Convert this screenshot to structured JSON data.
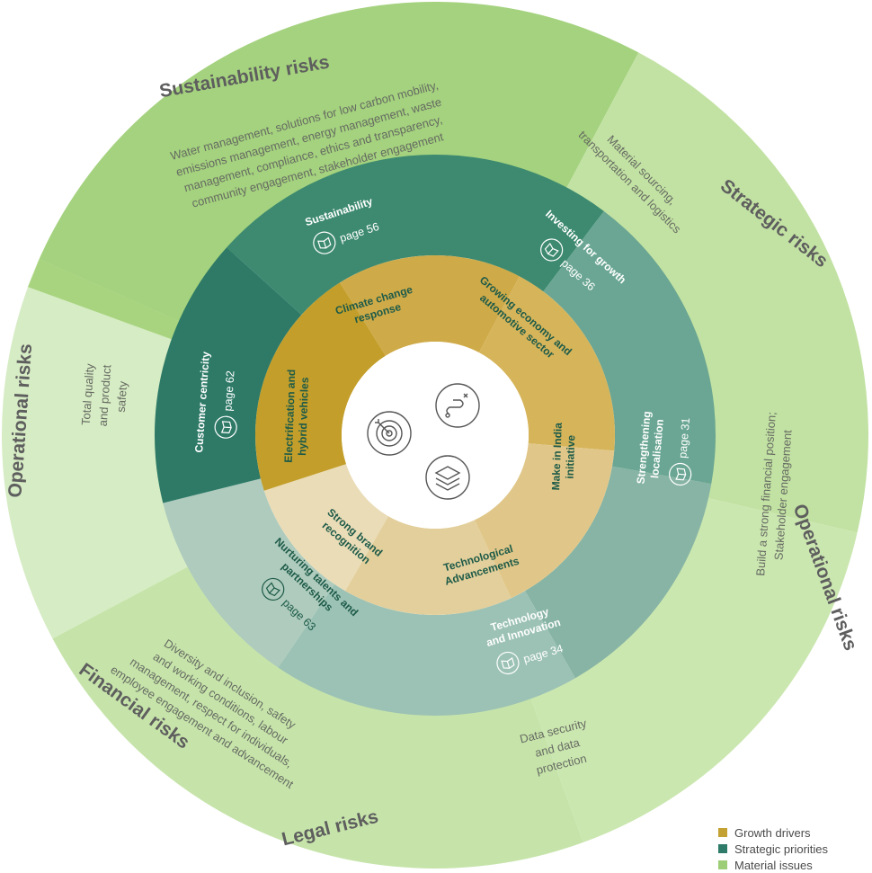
{
  "colors": {
    "growth": "#c4a133",
    "strategic": "#2d7b68",
    "material": "#9dcd76"
  },
  "outer": [
    {
      "title": "Sustainability risks",
      "lines": [
        "Water management, solutions for low carbon mobility,",
        "emissions management, energy management, waste",
        "management, compliance, ethics and transparency,",
        "community engagement, stakeholder engagement"
      ]
    },
    {
      "title": "Strategic risks",
      "lines": [
        "Material sourcing,",
        "transportation and logistics"
      ]
    },
    {
      "title": "Operational risks",
      "lines": [
        "Build a strong financial position;",
        "Stakeholder engagement"
      ]
    },
    {
      "title": "Legal risks",
      "lines": [
        "Data security",
        "and data",
        "protection"
      ]
    },
    {
      "title": "Financial risks",
      "lines": [
        "Diversity and inclusion, safety",
        "and working conditions, labour",
        "management, respect for individuals,",
        "employee engagement and advancement"
      ]
    },
    {
      "title": "Operational risks",
      "lines": [
        "Total quality",
        "and product",
        "safety"
      ]
    }
  ],
  "middle": [
    {
      "title": [
        "Sustainability"
      ],
      "page": "page 56"
    },
    {
      "title": [
        "Investing for growth"
      ],
      "page": "page 36"
    },
    {
      "title": [
        "Strengthening",
        "localisation"
      ],
      "page": "page 31"
    },
    {
      "title": [
        "Technology",
        "and Innovation"
      ],
      "page": "page 34"
    },
    {
      "title": [
        "Nurturing talents and",
        "partnerships"
      ],
      "page": "page 63"
    },
    {
      "title": [
        "Customer centricity"
      ],
      "page": "page 62"
    }
  ],
  "inner": [
    {
      "lines": [
        "Climate change",
        "response"
      ]
    },
    {
      "lines": [
        "Growing economy and",
        "automotive sector"
      ]
    },
    {
      "lines": [
        "Make in India",
        "initiative"
      ]
    },
    {
      "lines": [
        "Technological",
        "Advancements"
      ]
    },
    {
      "lines": [
        "Strong brand",
        "recognition"
      ]
    },
    {
      "lines": [
        "Electrification and",
        "hybrid vehicles"
      ]
    }
  ],
  "center_icons": [
    "target-icon",
    "route-icon",
    "layers-icon"
  ],
  "legend": {
    "items": [
      {
        "label": "Growth drivers",
        "color": "#c4a133"
      },
      {
        "label": "Strategic priorities",
        "color": "#2d7b68"
      },
      {
        "label": "Material issues",
        "color": "#9dcd76"
      }
    ]
  }
}
